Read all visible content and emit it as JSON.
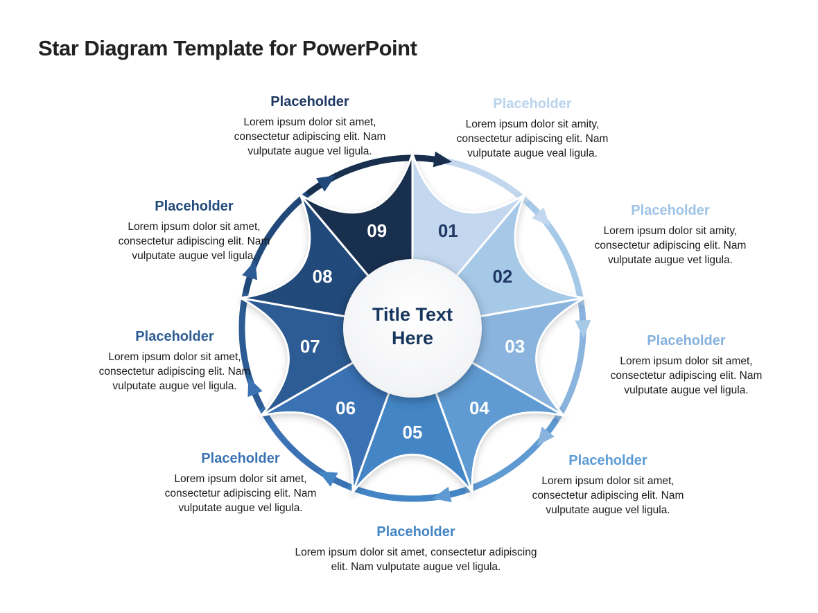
{
  "page": {
    "title": "Star Diagram Template for PowerPoint",
    "title_color": "#212121",
    "background": "#ffffff"
  },
  "diagram": {
    "center_label": "Title Text Here",
    "center_text_color": "#17365d",
    "segments": [
      {
        "number": "01",
        "fill": "#c3d8ef",
        "number_color": "#1f3864"
      },
      {
        "number": "02",
        "fill": "#a6c9e8",
        "number_color": "#1f3864"
      },
      {
        "number": "03",
        "fill": "#8ab4de",
        "number_color": "#ffffff"
      },
      {
        "number": "04",
        "fill": "#5f9ad2",
        "number_color": "#ffffff"
      },
      {
        "number": "05",
        "fill": "#4385c5",
        "number_color": "#ffffff"
      },
      {
        "number": "06",
        "fill": "#3a72b4",
        "number_color": "#ffffff"
      },
      {
        "number": "07",
        "fill": "#2d5c94",
        "number_color": "#ffffff"
      },
      {
        "number": "08",
        "fill": "#21497a",
        "number_color": "#ffffff"
      },
      {
        "number": "09",
        "fill": "#182f4e",
        "number_color": "#ffffff"
      }
    ]
  },
  "callouts": [
    {
      "heading": "Placeholder",
      "color": "#b9d3ec",
      "body": "Lorem ipsum dolor sit amity,\nconsectetur adipiscing elit. Nam\nvulputate augue veal ligula."
    },
    {
      "heading": "Placeholder",
      "color": "#9dc3e6",
      "body": "Lorem ipsum dolor sit amity,\nconsectetur adipiscing elit. Nam\nvulputate augue vet ligula."
    },
    {
      "heading": "Placeholder",
      "color": "#84b1dd",
      "body": "Lorem ipsum dolor sit amet,\nconsectetur adipiscing elit. Nam\nvulputate augue vel ligula."
    },
    {
      "heading": "Placeholder",
      "color": "#5b9bd5",
      "body": "Lorem ipsum dolor sit amet,\nconsectetur adipiscing elit. Nam\nvulputate augue vel ligula."
    },
    {
      "heading": "Placeholder",
      "color": "#4385c5",
      "body": "Lorem ipsum dolor sit amet, consectetur adipiscing\nelit. Nam vulputate augue vel ligula."
    },
    {
      "heading": "Placeholder",
      "color": "#3a72b3",
      "body": "Lorem ipsum dolor sit amet,\nconsectetur adipiscing elit. Nam\nvulputate augue vel ligula."
    },
    {
      "heading": "Placeholder",
      "color": "#2d5c94",
      "body": "Lorem ipsum dolor sit amet,\nconsectetur adipiscing elit. Nam\nvulputate augue vel ligula."
    },
    {
      "heading": "Placeholder",
      "color": "#21497a",
      "body": "Lorem ipsum dolor sit amet,\nconsectetur adipiscing elit. Nam\nvulputate augue vel ligula."
    },
    {
      "heading": "Placeholder",
      "color": "#1f3864",
      "body": "Lorem ipsum dolor sit amet,\nconsectetur adipiscing elit. Nam\nvulputate augue vel ligula."
    }
  ]
}
